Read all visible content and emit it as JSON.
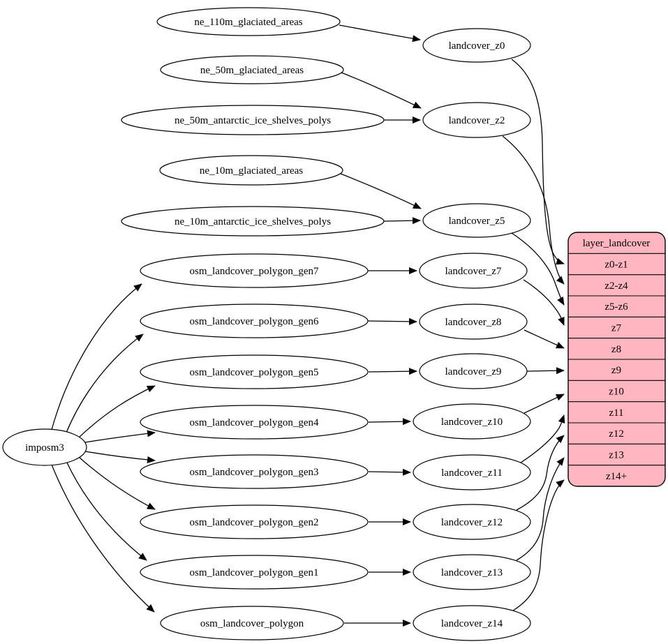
{
  "diagram": {
    "type": "etl-flow-graph",
    "colors": {
      "background": "#ffffff",
      "node_fill": "#ffffff",
      "node_stroke": "#000000",
      "edge": "#000000",
      "text": "#000000",
      "table_fill": "#ffb6c1"
    },
    "importer": {
      "label": "imposm3"
    },
    "sources": [
      "ne_110m_glaciated_areas",
      "ne_50m_glaciated_areas",
      "ne_50m_antarctic_ice_shelves_polys",
      "ne_10m_glaciated_areas",
      "ne_10m_antarctic_ice_shelves_polys",
      "osm_landcover_polygon_gen7",
      "osm_landcover_polygon_gen6",
      "osm_landcover_polygon_gen5",
      "osm_landcover_polygon_gen4",
      "osm_landcover_polygon_gen3",
      "osm_landcover_polygon_gen2",
      "osm_landcover_polygon_gen1",
      "osm_landcover_polygon"
    ],
    "transforms": [
      "landcover_z0",
      "landcover_z2",
      "landcover_z5",
      "landcover_z7",
      "landcover_z8",
      "landcover_z9",
      "landcover_z10",
      "landcover_z11",
      "landcover_z12",
      "landcover_z13",
      "landcover_z14"
    ],
    "table": {
      "title": "layer_landcover",
      "rows": [
        "z0-z1",
        "z2-z4",
        "z5-z6",
        "z7",
        "z8",
        "z9",
        "z10",
        "z11",
        "z12",
        "z13",
        "z14+"
      ]
    },
    "edges": [
      {
        "from": "ne_110m_glaciated_areas",
        "to": "landcover_z0"
      },
      {
        "from": "ne_50m_glaciated_areas",
        "to": "landcover_z2"
      },
      {
        "from": "ne_50m_antarctic_ice_shelves_polys",
        "to": "landcover_z2"
      },
      {
        "from": "ne_10m_glaciated_areas",
        "to": "landcover_z5"
      },
      {
        "from": "ne_10m_antarctic_ice_shelves_polys",
        "to": "landcover_z5"
      },
      {
        "from": "osm_landcover_polygon_gen7",
        "to": "landcover_z7"
      },
      {
        "from": "osm_landcover_polygon_gen6",
        "to": "landcover_z8"
      },
      {
        "from": "osm_landcover_polygon_gen5",
        "to": "landcover_z9"
      },
      {
        "from": "osm_landcover_polygon_gen4",
        "to": "landcover_z10"
      },
      {
        "from": "osm_landcover_polygon_gen3",
        "to": "landcover_z11"
      },
      {
        "from": "osm_landcover_polygon_gen2",
        "to": "landcover_z12"
      },
      {
        "from": "osm_landcover_polygon_gen1",
        "to": "landcover_z13"
      },
      {
        "from": "osm_landcover_polygon",
        "to": "landcover_z14"
      },
      {
        "from": "imposm3",
        "to": "osm_landcover_polygon_gen7"
      },
      {
        "from": "imposm3",
        "to": "osm_landcover_polygon_gen6"
      },
      {
        "from": "imposm3",
        "to": "osm_landcover_polygon_gen5"
      },
      {
        "from": "imposm3",
        "to": "osm_landcover_polygon_gen4"
      },
      {
        "from": "imposm3",
        "to": "osm_landcover_polygon_gen3"
      },
      {
        "from": "imposm3",
        "to": "osm_landcover_polygon_gen2"
      },
      {
        "from": "imposm3",
        "to": "osm_landcover_polygon_gen1"
      },
      {
        "from": "imposm3",
        "to": "osm_landcover_polygon"
      },
      {
        "from": "landcover_z0",
        "to": "layer_landcover:z0-z1"
      },
      {
        "from": "landcover_z2",
        "to": "layer_landcover:z2-z4"
      },
      {
        "from": "landcover_z5",
        "to": "layer_landcover:z5-z6"
      },
      {
        "from": "landcover_z7",
        "to": "layer_landcover:z7"
      },
      {
        "from": "landcover_z8",
        "to": "layer_landcover:z8"
      },
      {
        "from": "landcover_z9",
        "to": "layer_landcover:z9"
      },
      {
        "from": "landcover_z10",
        "to": "layer_landcover:z10"
      },
      {
        "from": "landcover_z11",
        "to": "layer_landcover:z11"
      },
      {
        "from": "landcover_z12",
        "to": "layer_landcover:z12"
      },
      {
        "from": "landcover_z13",
        "to": "layer_landcover:z13"
      },
      {
        "from": "landcover_z14",
        "to": "layer_landcover:z14+"
      }
    ]
  }
}
